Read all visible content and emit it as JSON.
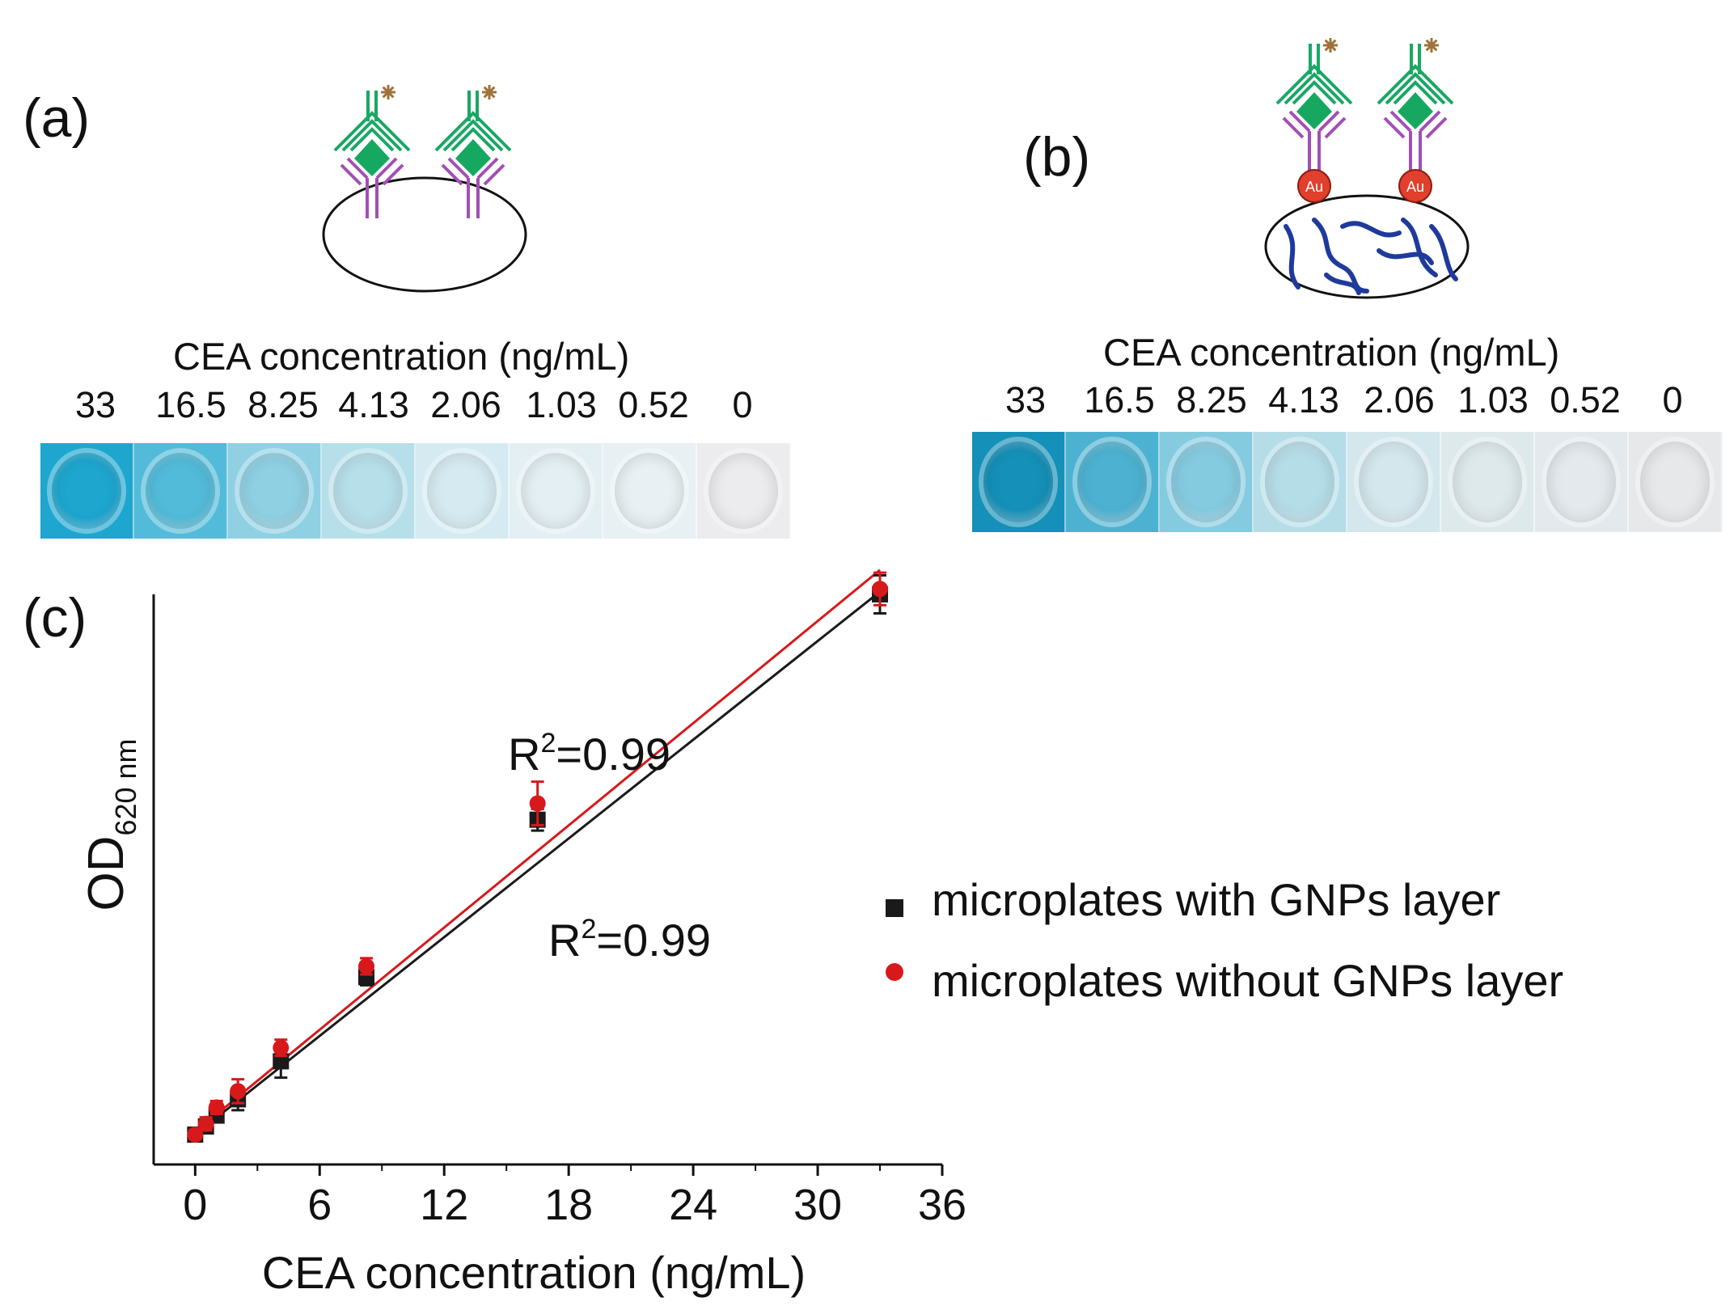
{
  "panels": {
    "a": {
      "label": "(a)",
      "concentration_title": "CEA concentration (ng/mL)",
      "concentrations": [
        "33",
        "16.5",
        "8.25",
        "4.13",
        "2.06",
        "1.03",
        "0.52",
        "0"
      ],
      "well_colors": [
        "#1ea6cf",
        "#52bbd9",
        "#8fd0e3",
        "#b6dfea",
        "#d5ebf1",
        "#e3eff3",
        "#e8f0f3",
        "#ececee"
      ]
    },
    "b": {
      "label": "(b)",
      "concentration_title": "CEA concentration (ng/mL)",
      "concentrations": [
        "33",
        "16.5",
        "8.25",
        "4.13",
        "2.06",
        "1.03",
        "0.52",
        "0"
      ],
      "well_colors": [
        "#1590b8",
        "#4db2d2",
        "#85cbe0",
        "#b5dde8",
        "#d3e7ed",
        "#dee9ec",
        "#e3e9ec",
        "#e7e8ea"
      ],
      "particle_label": "Au"
    },
    "c": {
      "label": "(c)"
    }
  },
  "colors": {
    "antibody_green": "#1aa765",
    "antibody_purple": "#a24fb5",
    "antigen_green": "#16a860",
    "label_star": "#a0713a",
    "gold_nanoparticle": "#e0402c",
    "polymer_blue": "#1f3a9c",
    "series_black": "#1a1a1a",
    "series_red": "#d7191c"
  },
  "chart_data": {
    "type": "scatter",
    "xlabel": "CEA concentration (ng/mL)",
    "ylabel_main": "OD",
    "ylabel_sub": "620 nm",
    "xlim": [
      -2,
      36
    ],
    "xticks": [
      0,
      6,
      12,
      18,
      24,
      30,
      36
    ],
    "ylim": [
      -0.05,
      1.0
    ],
    "y_tick_labels_shown": false,
    "grid": false,
    "legend_position": "right",
    "series": [
      {
        "name": "microplates with GNPs layer",
        "marker": "square",
        "color": "#1a1a1a",
        "x": [
          0,
          0.52,
          1.03,
          2.06,
          4.13,
          8.25,
          16.5,
          33
        ],
        "y": [
          0.005,
          0.02,
          0.04,
          0.07,
          0.14,
          0.295,
          0.585,
          1.0
        ],
        "err": [
          0.01,
          0.012,
          0.012,
          0.02,
          0.03,
          0.015,
          0.02,
          0.035
        ],
        "fit": [
          [
            0,
            0.005
          ],
          [
            33,
            1.005
          ]
        ],
        "fit_label": "R²=0.99"
      },
      {
        "name": "microplates without GNPs layer",
        "marker": "circle",
        "color": "#d7191c",
        "x": [
          0,
          0.52,
          1.03,
          2.06,
          4.13,
          8.25,
          16.5,
          33
        ],
        "y": [
          0.005,
          0.025,
          0.055,
          0.085,
          0.165,
          0.315,
          0.615,
          1.01
        ],
        "err": [
          0.008,
          0.012,
          0.012,
          0.022,
          0.015,
          0.015,
          0.04,
          0.03
        ],
        "fit": [
          [
            0,
            0.01
          ],
          [
            33,
            1.045
          ]
        ],
        "fit_label": "R²=0.99"
      }
    ]
  }
}
